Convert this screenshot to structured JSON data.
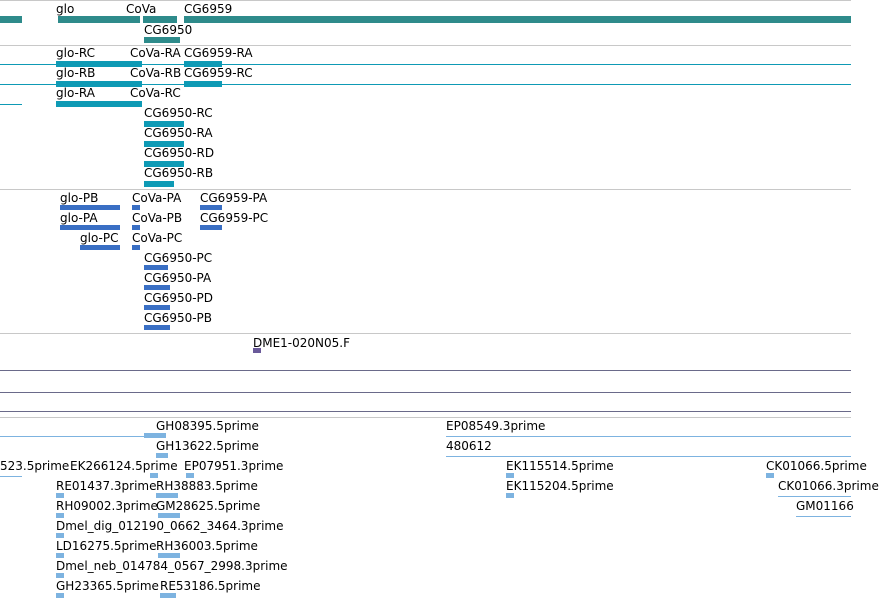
{
  "colors": {
    "gene": "#2e8b8b",
    "transcript": "#0e9ab5",
    "protein": "#3a6fc4",
    "est": "#7db3e0",
    "clone": "#6a5a9a"
  },
  "genes_track": {
    "labels": [
      "glo",
      "CoVa",
      "CG6959",
      "CG6950"
    ]
  },
  "transcripts_track": {
    "labels": [
      "glo-RC",
      "CoVa-RA",
      "CG6959-RA",
      "glo-RB",
      "CoVa-RB",
      "CG6959-RC",
      "glo-RA",
      "CoVa-RC",
      "CG6950-RC",
      "CG6950-RA",
      "CG6950-RD",
      "CG6950-RB"
    ]
  },
  "proteins_track": {
    "labels": [
      "glo-PB",
      "CoVa-PA",
      "CG6959-PA",
      "glo-PA",
      "CoVa-PB",
      "CG6959-PC",
      "glo-PC",
      "CoVa-PC",
      "CG6950-PC",
      "CG6950-PA",
      "CG6950-PD",
      "CG6950-PB"
    ]
  },
  "clones_track": {
    "labels": [
      "DME1-020N05.F"
    ]
  },
  "est_track": {
    "labels": [
      "GH08395.5prime",
      "GH13622.5prime",
      "523.5prime",
      "EK266124.5prime",
      "EP07951.3prime",
      "RE01437.3prime",
      "RH38883.5prime",
      "RH09002.3prime",
      "GM28625.5prime",
      "Dmel_dig_012190_0662_3464.3prime",
      "LD16275.5prime",
      "RH36003.5prime",
      "Dmel_neb_014784_0567_2998.3prime",
      "GH23365.5prime",
      "RE53186.5prime",
      "EP08549.3prime",
      "480612",
      "EK115514.5prime",
      "EK115204.5prime",
      "CK01066.5prime",
      "CK01066.3prime",
      "GM01166"
    ]
  }
}
